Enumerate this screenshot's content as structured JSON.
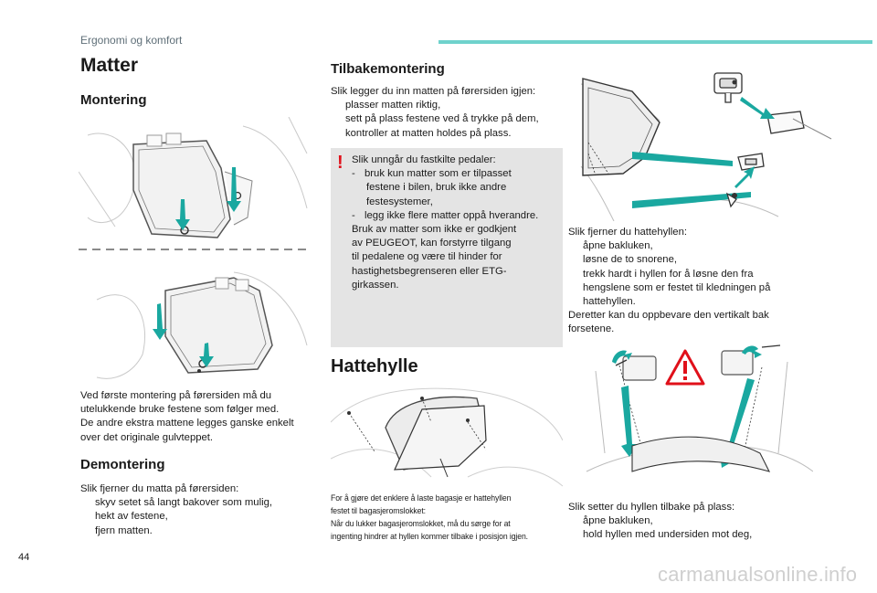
{
  "header": {
    "section": "Ergonomi og komfort",
    "accent": "#6fd2cc"
  },
  "left": {
    "title": "Matter",
    "montering_heading": "Montering",
    "montering_text": [
      "Ved første montering på førersiden må du",
      "utelukkende bruke festene som følger med.",
      "De andre ekstra mattene legges ganske enkelt",
      "over det originale gulvteppet."
    ],
    "demontering_heading": "Demontering",
    "demontering_intro": "Slik fjerner du matta på førersiden:",
    "demontering_steps": [
      "skyv setet så langt bakover som mulig,",
      "hekt av festene,",
      "fjern matten."
    ]
  },
  "middle": {
    "tilbake_heading": "Tilbakemontering",
    "tilbake_intro": "Slik legger du inn matten på førersiden igjen:",
    "tilbake_steps": [
      "plasser matten riktig,",
      "sett på plass festene ved å trykke på dem,",
      "kontroller at matten holdes på plass."
    ],
    "warning": {
      "intro": "Slik unngår du fastkilte pedaler:",
      "items": [
        {
          "l1": "bruk kun matter som er tilpasset",
          "l2": "festene i bilen, bruk ikke andre",
          "l3": "festesystemer,"
        },
        {
          "l1": "legg ikke flere matter oppå hverandre."
        }
      ],
      "extra": [
        "Bruk av matter som ikke er godkjent",
        "av PEUGEOT, kan forstyrre tilgang",
        "til pedalene og være til hinder for",
        "hastighetsbegrenseren eller ETG-",
        "girkassen."
      ]
    },
    "hattehylle_heading": "Hattehylle",
    "caption": [
      "For å gjøre det enklere å laste bagasje er hattehyllen",
      "festet til bagasjeromslokket:",
      "Når du lukker bagasjeromslokket, må du sørge for at",
      "ingenting hindrer at hyllen kommer tilbake i posisjon igjen."
    ]
  },
  "right": {
    "remove_intro": "Slik fjerner du hattehyllen:",
    "remove_steps": [
      {
        "l1": "åpne bakluken,"
      },
      {
        "l1": "løsne de to snorene,"
      },
      {
        "l1": "trekk hardt i hyllen for å løsne den fra",
        "l2": "hengslene som er festet til kledningen på",
        "l3": "hattehyllen."
      }
    ],
    "remove_after": [
      "Deretter kan du oppbevare den vertikalt bak",
      "forsetene."
    ],
    "refit_intro": "Slik setter du hyllen tilbake på plass:",
    "refit_steps": [
      "åpne bakluken,",
      "hold hyllen med undersiden mot deg,"
    ]
  },
  "symbols": {
    "bullet": "",
    "dash": "-",
    "warning_mark": "!"
  },
  "footer": {
    "page": "44",
    "watermark": "carmanualsonline.info"
  },
  "colors": {
    "teal": "#1aa8a0",
    "warning_red": "#e0101a",
    "box_gray": "#e4e4e4"
  }
}
